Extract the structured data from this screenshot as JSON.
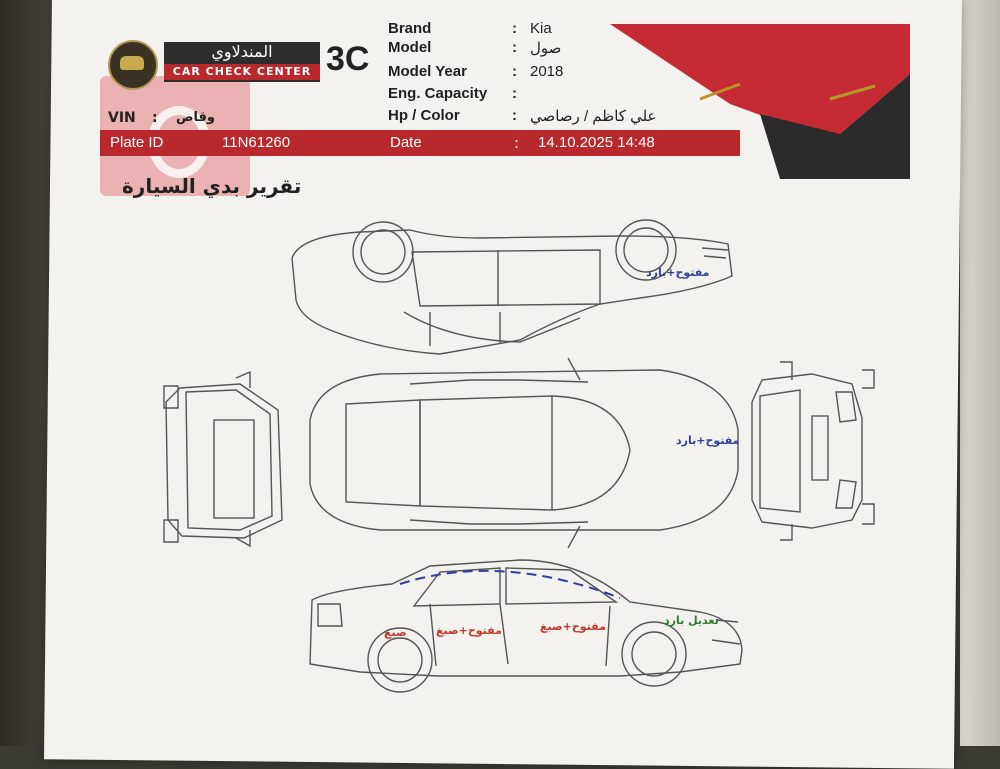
{
  "header": {
    "logo_ar": "المندلاوي",
    "logo_en": "CAR CHECK CENTER",
    "badge": "3C"
  },
  "info": {
    "rows": [
      {
        "label": "Brand",
        "value": "Kia"
      },
      {
        "label": "Model",
        "value": "صول"
      },
      {
        "label": "Model Year",
        "value": "2018"
      },
      {
        "label": "Eng. Capacity",
        "value": ""
      },
      {
        "label": "Hp / Color",
        "value": "علي كاظم / رصاصي"
      }
    ],
    "vin_label": "VIN",
    "vin_value": "وقاص",
    "plate_label": "Plate ID",
    "plate_value": "11N61260",
    "date_label": "Date",
    "date_value": "14.10.2025 14:48"
  },
  "report_title": "تقرير بدي السيارة",
  "notes": {
    "top_view_note": "مفتوح+بارد",
    "center_note": "مفتوح+بارد",
    "rear_note": "تعديل بارد",
    "side_note_1": "صبغ",
    "side_note_2": "مفتوح+صبغ",
    "side_note_3": "مفتوح+صبغ"
  },
  "colors": {
    "accent_red": "#b8282c",
    "dark": "#2d2d2d",
    "note_blue": "#2f3f9a",
    "note_red": "#c0392b",
    "note_green": "#2e7d32"
  }
}
